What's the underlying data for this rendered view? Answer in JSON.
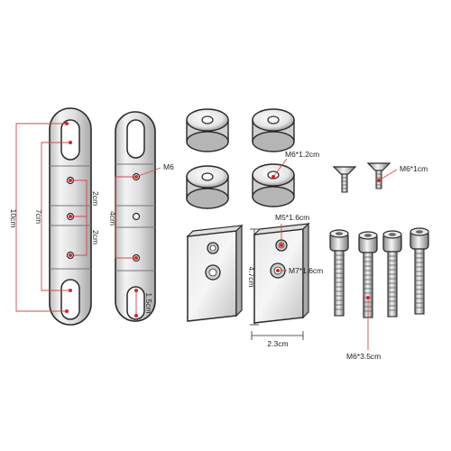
{
  "labels": {
    "total_length": "10cm",
    "hole_span": "7cm",
    "spacing_a": "2cm",
    "spacing_b": "2cm",
    "spacing_c": "4cm",
    "slot_width": "1.5cm",
    "bracket_thread": "M6",
    "spacer_thread": "M6*1.2cm",
    "short_screw": "M6*1cm",
    "block_thread_small": "M5*1.6cm",
    "block_thread_large": "M7*1.6cm",
    "block_height": "4.7cm",
    "block_width": "2.3cm",
    "long_bolt": "M6*3.5cm"
  },
  "colors": {
    "dimension_line": "#d24a4a",
    "dimension_dot": "#e02020",
    "metal_light": "#f2f2f2",
    "metal_mid": "#d0d0d0",
    "metal_dark": "#8a8a8a",
    "outline": "#2a2a2a",
    "text": "#222222"
  }
}
